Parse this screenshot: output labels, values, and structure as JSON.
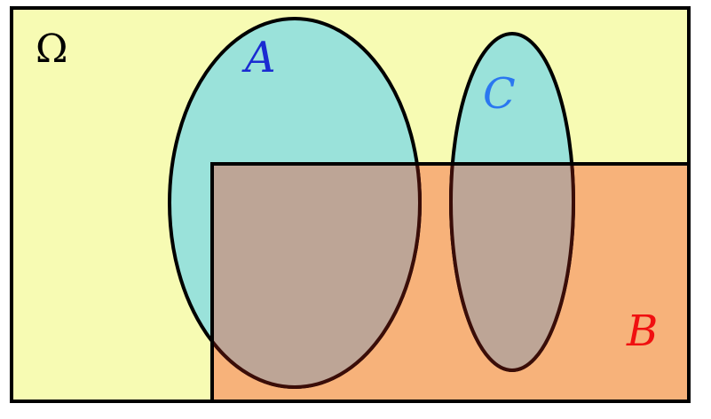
{
  "diagram": {
    "universe": {
      "label": "Ω",
      "fill": "#f7fbb3",
      "label_color": "#000000"
    },
    "set_a": {
      "label": "A",
      "fill": "#9ae2da",
      "label_color": "#1a2bd1"
    },
    "set_c": {
      "label": "C",
      "fill": "#9ae2da",
      "label_color": "#2a77f0"
    },
    "set_b": {
      "label": "B",
      "fill": "#f7b27a",
      "label_color": "#f01010"
    },
    "intersection_fill": "#bda596",
    "stroke_color": "#000000",
    "inner_stroke_color": "#3a0d08"
  }
}
